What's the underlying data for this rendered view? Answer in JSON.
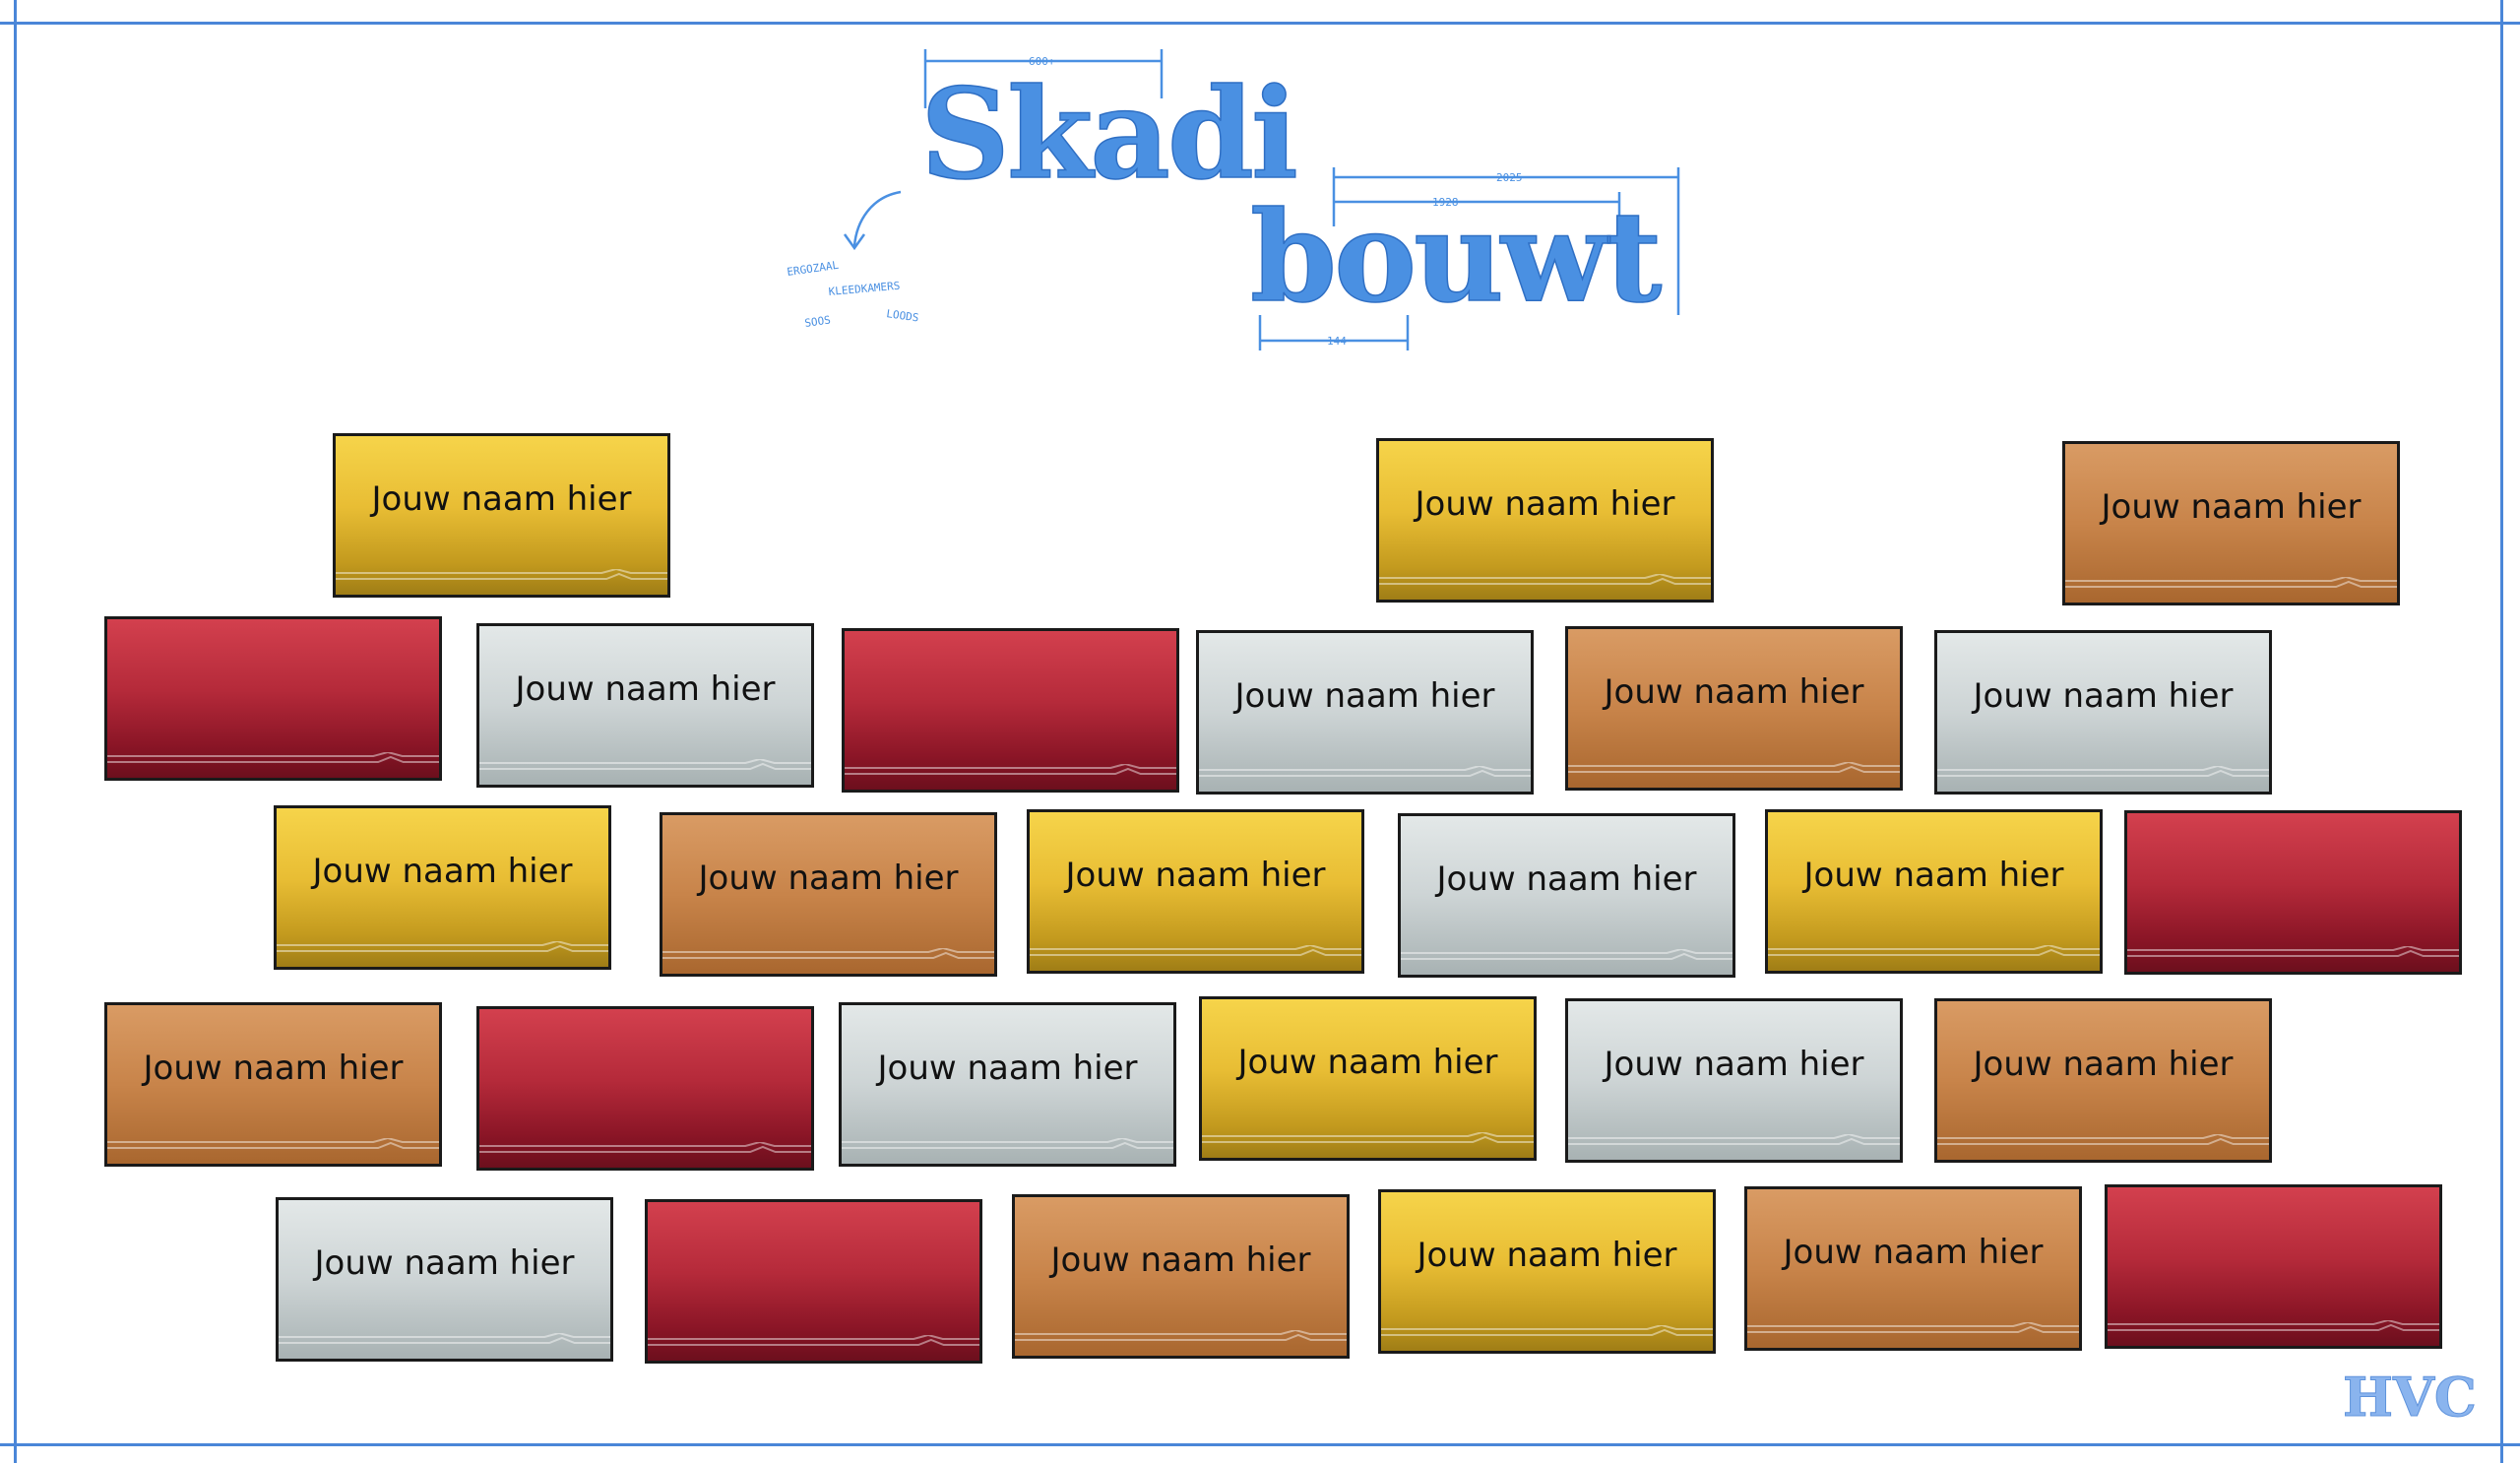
{
  "logo": {
    "line1": "Skadi",
    "line2": "bouwt",
    "notes": {
      "dim_top": "600+",
      "dim_right_outer": "2025",
      "dim_right_inner": "1928",
      "dim_bottom": "144",
      "list": [
        "ERGOZAAL",
        "KLEEDKAMERS",
        "SOOS",
        "LOODS"
      ]
    },
    "color": "#4a90e2"
  },
  "corner_logo": {
    "text": "HVC",
    "color": "#8ab4ee"
  },
  "bricks": [
    {
      "color": "gold",
      "label": "Jouw naam hier"
    },
    {
      "color": "gold",
      "label": "Jouw naam hier"
    },
    {
      "color": "bronze",
      "label": "Jouw naam hier"
    },
    {
      "color": "red",
      "label": ""
    },
    {
      "color": "silver",
      "label": "Jouw naam hier"
    },
    {
      "color": "red",
      "label": ""
    },
    {
      "color": "silver",
      "label": "Jouw naam hier"
    },
    {
      "color": "bronze",
      "label": "Jouw naam hier"
    },
    {
      "color": "silver",
      "label": "Jouw naam hier"
    },
    {
      "color": "gold",
      "label": "Jouw naam hier"
    },
    {
      "color": "bronze",
      "label": "Jouw naam hier"
    },
    {
      "color": "gold",
      "label": "Jouw naam hier"
    },
    {
      "color": "silver",
      "label": "Jouw naam hier"
    },
    {
      "color": "gold",
      "label": "Jouw naam hier"
    },
    {
      "color": "red",
      "label": ""
    },
    {
      "color": "bronze",
      "label": "Jouw naam hier"
    },
    {
      "color": "red",
      "label": ""
    },
    {
      "color": "silver",
      "label": "Jouw naam hier"
    },
    {
      "color": "gold",
      "label": "Jouw naam hier"
    },
    {
      "color": "silver",
      "label": "Jouw naam hier"
    },
    {
      "color": "bronze",
      "label": "Jouw naam hier"
    },
    {
      "color": "silver",
      "label": "Jouw naam hier"
    },
    {
      "color": "red",
      "label": ""
    },
    {
      "color": "bronze",
      "label": "Jouw naam hier"
    },
    {
      "color": "gold",
      "label": "Jouw naam hier"
    },
    {
      "color": "bronze",
      "label": "Jouw naam hier"
    },
    {
      "color": "red",
      "label": ""
    }
  ]
}
